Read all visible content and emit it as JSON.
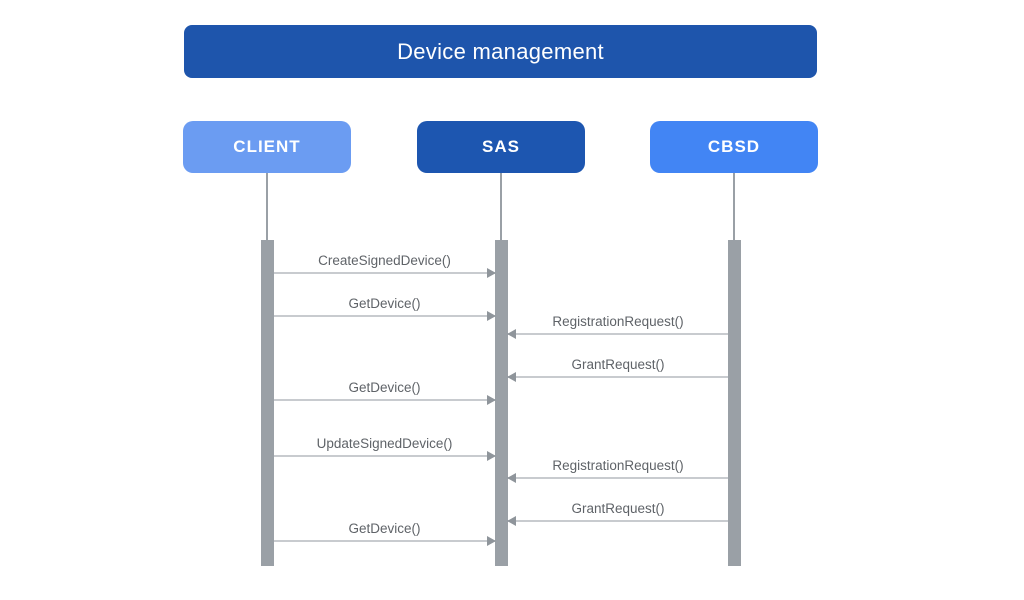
{
  "diagram": {
    "title": "Device management",
    "actors": [
      {
        "id": "client",
        "label": "CLIENT",
        "color": "#6b9cf2"
      },
      {
        "id": "sas",
        "label": "SAS",
        "color": "#1d56b0"
      },
      {
        "id": "cbsd",
        "label": "CBSD",
        "color": "#4285f4"
      }
    ],
    "messages": [
      {
        "label": "CreateSignedDevice()",
        "from": "CLIENT",
        "to": "SAS",
        "direction": "right"
      },
      {
        "label": "GetDevice()",
        "from": "CLIENT",
        "to": "SAS",
        "direction": "right"
      },
      {
        "label": "RegistrationRequest()",
        "from": "CBSD",
        "to": "SAS",
        "direction": "left"
      },
      {
        "label": "GrantRequest()",
        "from": "CBSD",
        "to": "SAS",
        "direction": "left"
      },
      {
        "label": "GetDevice()",
        "from": "CLIENT",
        "to": "SAS",
        "direction": "right"
      },
      {
        "label": "UpdateSignedDevice()",
        "from": "CLIENT",
        "to": "SAS",
        "direction": "right"
      },
      {
        "label": "RegistrationRequest()",
        "from": "CBSD",
        "to": "SAS",
        "direction": "left"
      },
      {
        "label": "GrantRequest()",
        "from": "CBSD",
        "to": "SAS",
        "direction": "left"
      },
      {
        "label": "GetDevice()",
        "from": "CLIENT",
        "to": "SAS",
        "direction": "right"
      }
    ],
    "colors": {
      "title-bg": "#1e55ac",
      "client-bg": "#6b9cf2",
      "sas-bg": "#1d56b0",
      "cbsd-bg": "#4285f4",
      "lifeline": "#9aa0a6",
      "arrow-line": "#c8cbcf",
      "arrow-head": "#8f959b",
      "label-text": "#5f6368"
    }
  }
}
